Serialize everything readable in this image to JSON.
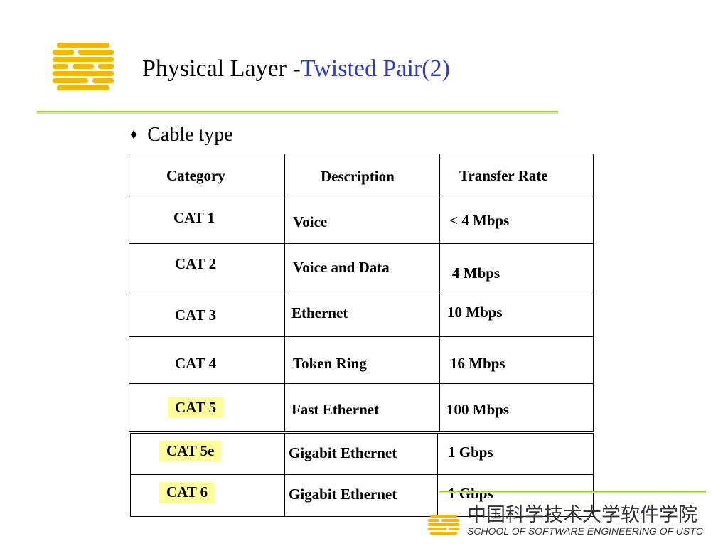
{
  "header": {
    "title_main": "Physical Layer -",
    "title_accent": "Twisted Pair(2)",
    "logo_icon": "ustc-stripe-logo-icon"
  },
  "bullet": {
    "marker": "♦",
    "text": "Cable type"
  },
  "table": {
    "headers": [
      "Category",
      "Description",
      "Transfer Rate"
    ],
    "rows": [
      {
        "category": "CAT 1",
        "description": "Voice",
        "rate": "< 4 Mbps",
        "highlight": false
      },
      {
        "category": "CAT 2",
        "description": "Voice and Data",
        "rate": "4 Mbps",
        "highlight": false
      },
      {
        "category": "CAT 3",
        "description": "Ethernet",
        "rate": "10 Mbps",
        "highlight": false
      },
      {
        "category": "CAT 4",
        "description": "Token Ring",
        "rate": "16 Mbps",
        "highlight": false
      },
      {
        "category": "CAT 5",
        "description": "Fast Ethernet",
        "rate": "100 Mbps",
        "highlight": true
      },
      {
        "category": "CAT 5e",
        "description": "Gigabit Ethernet",
        "rate": "1 Gbps",
        "highlight": true
      },
      {
        "category": "CAT 6",
        "description": "Gigabit Ethernet",
        "rate": "1 Gbps",
        "highlight": true
      }
    ]
  },
  "footer": {
    "school_cn": "中国科学技术大学软件学院",
    "school_en": "SCHOOL OF SOFTWARE ENGINEERING OF USTC"
  },
  "colors": {
    "accent": "#2e3dcc",
    "logo": "#f5b800",
    "rule": "#99cc33",
    "highlight": "#ffff99"
  }
}
